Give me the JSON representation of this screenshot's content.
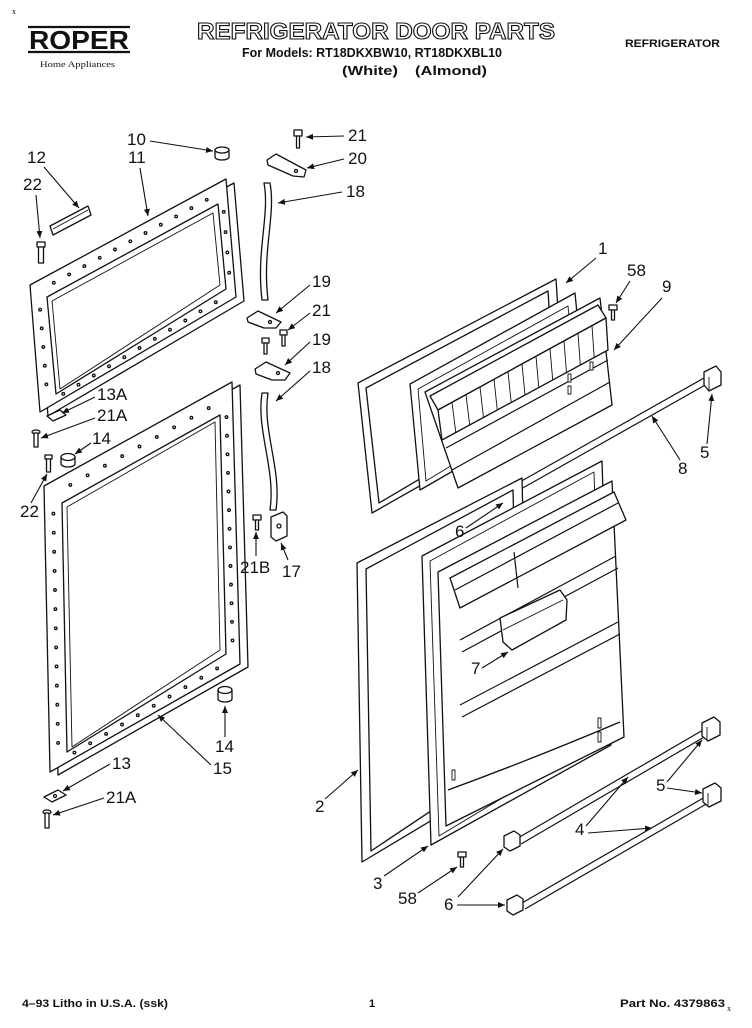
{
  "document": {
    "corner_mark": "x",
    "brand": {
      "logo": "ROPER",
      "tagline": "Home Appliances"
    },
    "title": "REFRIGERATOR DOOR PARTS",
    "models": "For Models: RT18DKXBW10, RT18DKXBL10",
    "colors": [
      "(White)",
      "(Almond)"
    ],
    "section": "REFRIGERATOR"
  },
  "callouts": [
    "10",
    "12",
    "11",
    "22",
    "21",
    "20",
    "18",
    "1",
    "58",
    "9",
    "19",
    "21",
    "19",
    "18",
    "13A",
    "21A",
    "14",
    "22",
    "6",
    "5",
    "8",
    "21B",
    "17",
    "7",
    "14",
    "15",
    "13",
    "21A",
    "2",
    "3",
    "58",
    "6",
    "4",
    "5"
  ],
  "footer": {
    "print_info": "4–93 Litho in U.S.A. (ssk)",
    "page_number": "1",
    "part_number": "Part No. 4379863",
    "part_number_suffix": "x"
  }
}
